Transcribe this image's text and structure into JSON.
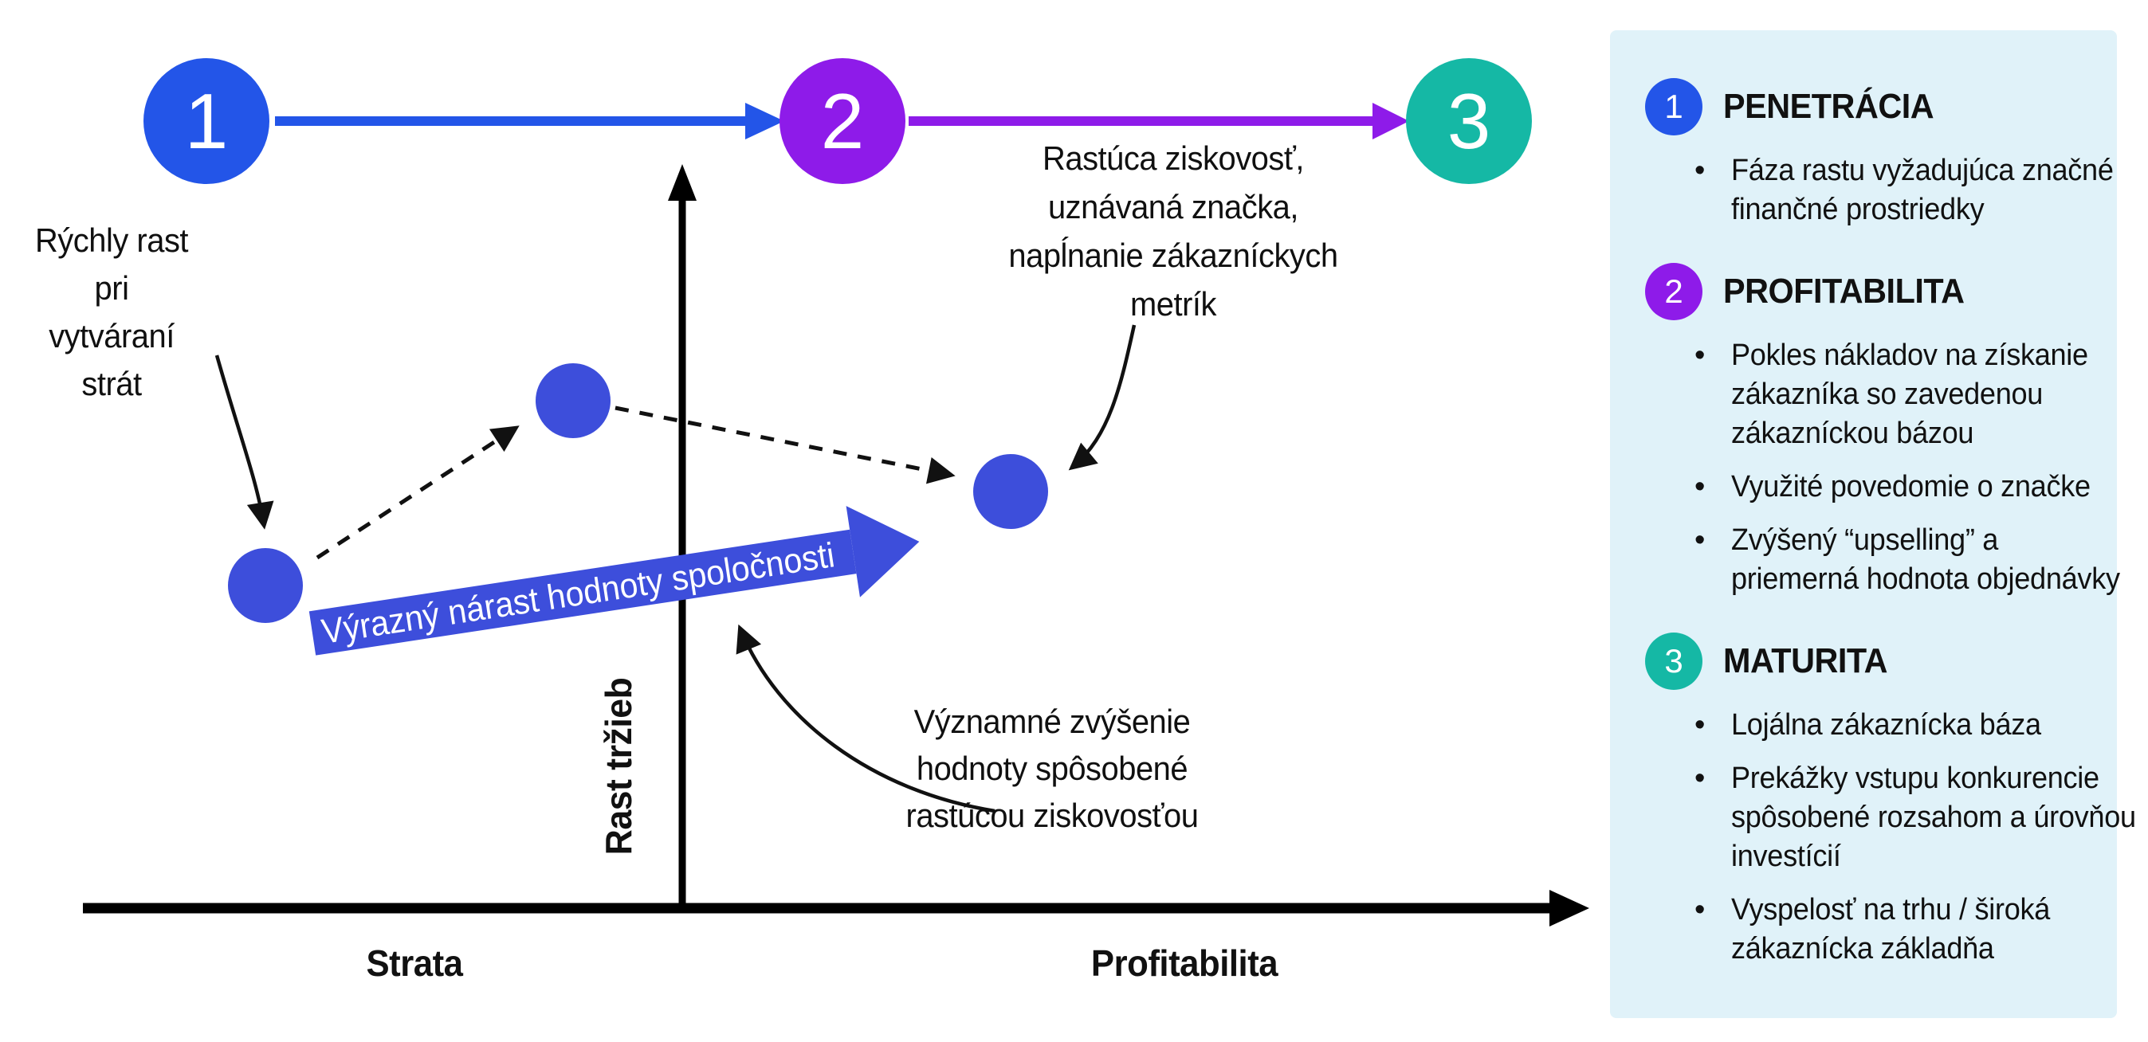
{
  "palette": {
    "stage1_blue": "#2355E8",
    "stage2_purple": "#8E1BE9",
    "stage3_teal": "#15B8A5",
    "dot_indigo": "#3D4EDB",
    "sidebar_bg": "#E0F2F9",
    "ink": "#111111"
  },
  "flow": {
    "steps": [
      {
        "number": "1"
      },
      {
        "number": "2"
      },
      {
        "number": "3"
      }
    ]
  },
  "chart": {
    "y_axis_label": "Rast tržieb",
    "x_axis_label_left": "Strata",
    "x_axis_label_right": "Profitabilita",
    "trend_arrow_label": "Výrazný nárast hodnoty spoločnosti"
  },
  "annotations": {
    "left": "Rýchly rast\npri\nvytváraní\nstrát",
    "top_right": "Rastúca ziskovosť,\nuznávaná značka,\nnapĺnanie zákazníckych\nmetrík",
    "bottom": "Významné zvýšenie\nhodnoty spôsobené\nrastúcou ziskovosťou"
  },
  "sidebar": {
    "sections": [
      {
        "number": "1",
        "label": "PENETRÁCIA",
        "bullets": [
          "Fáza rastu vyžadujúca značné\nfinančné prostriedky"
        ]
      },
      {
        "number": "2",
        "label": "PROFITABILITA",
        "bullets": [
          "Pokles nákladov na získanie\nzákazníka so zavedenou\nzákazníckou bázou",
          "Využité povedomie o značke",
          "Zvýšený “upselling” a\npriemerná hodnota objednávky"
        ]
      },
      {
        "number": "3",
        "label": "MATURITA",
        "bullets": [
          "Lojálna zákaznícka báza",
          "Prekážky vstupu konkurencie\nspôsobené rozsahom a úrovňou\ninvestícií",
          "Vyspelosť na trhu / široká\nzákaznícka základňa"
        ]
      }
    ]
  }
}
